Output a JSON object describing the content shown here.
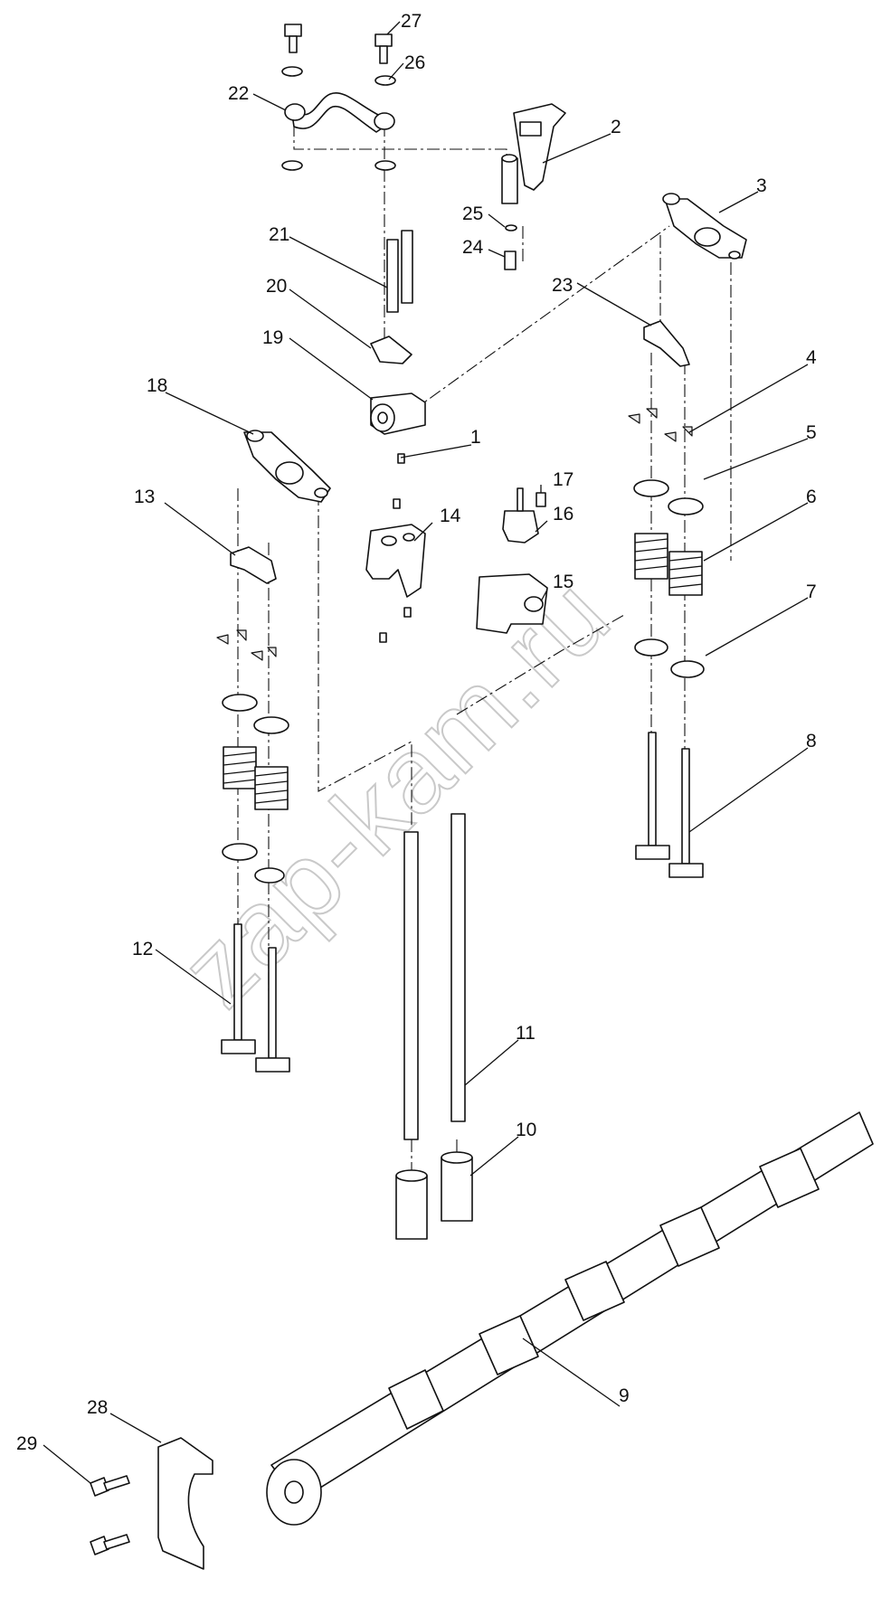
{
  "watermark": "zap-kam.ru",
  "callouts": [
    {
      "id": "1",
      "label": "1"
    },
    {
      "id": "2",
      "label": "2"
    },
    {
      "id": "3",
      "label": "3"
    },
    {
      "id": "4",
      "label": "4"
    },
    {
      "id": "5",
      "label": "5"
    },
    {
      "id": "6",
      "label": "6"
    },
    {
      "id": "7",
      "label": "7"
    },
    {
      "id": "8",
      "label": "8"
    },
    {
      "id": "9",
      "label": "9"
    },
    {
      "id": "10",
      "label": "10"
    },
    {
      "id": "11",
      "label": "11"
    },
    {
      "id": "12",
      "label": "12"
    },
    {
      "id": "13",
      "label": "13"
    },
    {
      "id": "14",
      "label": "14"
    },
    {
      "id": "15",
      "label": "15"
    },
    {
      "id": "16",
      "label": "16"
    },
    {
      "id": "17",
      "label": "17"
    },
    {
      "id": "18",
      "label": "18"
    },
    {
      "id": "19",
      "label": "19"
    },
    {
      "id": "20",
      "label": "20"
    },
    {
      "id": "21",
      "label": "21"
    },
    {
      "id": "22",
      "label": "22"
    },
    {
      "id": "23",
      "label": "23"
    },
    {
      "id": "24",
      "label": "24"
    },
    {
      "id": "25",
      "label": "25"
    },
    {
      "id": "26",
      "label": "26"
    },
    {
      "id": "27",
      "label": "27"
    },
    {
      "id": "28",
      "label": "28"
    },
    {
      "id": "29",
      "label": "29"
    }
  ]
}
